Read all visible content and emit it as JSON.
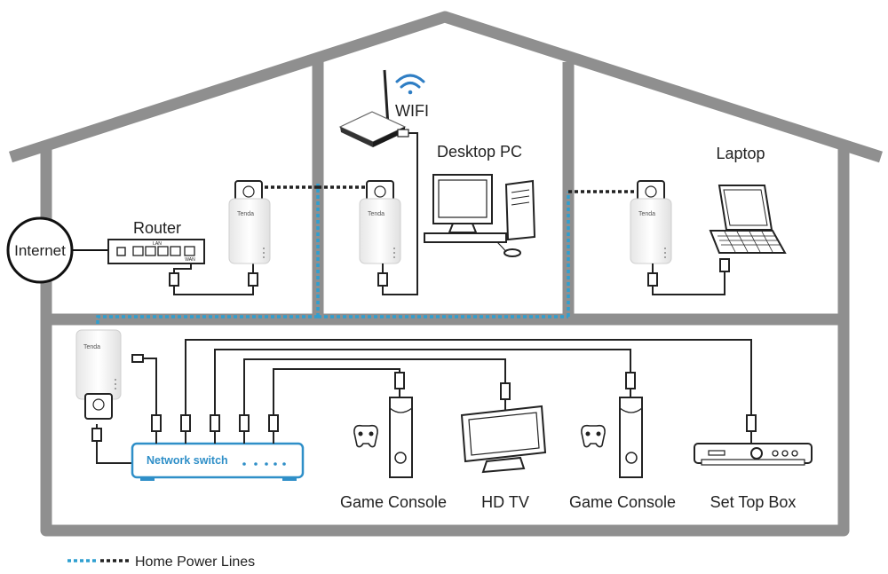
{
  "labels": {
    "internet": "Internet",
    "router": "Router",
    "wifi": "WIFI",
    "desktop_pc": "Desktop PC",
    "laptop": "Laptop",
    "network_switch": "Network switch",
    "game_console_1": "Game Console",
    "hd_tv": "HD TV",
    "game_console_2": "Game Console",
    "set_top_box": "Set Top Box",
    "adapter_brand": "Tenda",
    "router_port_lan": "LAN",
    "router_port_wan": "WAN"
  },
  "legend": {
    "home_power_lines": "Home Power Lines"
  },
  "colors": {
    "house_frame": "#8f8f8f",
    "power_line_blue": "#2f9fd0",
    "power_line_black": "#222222",
    "switch_accent": "#2f8fc8"
  }
}
